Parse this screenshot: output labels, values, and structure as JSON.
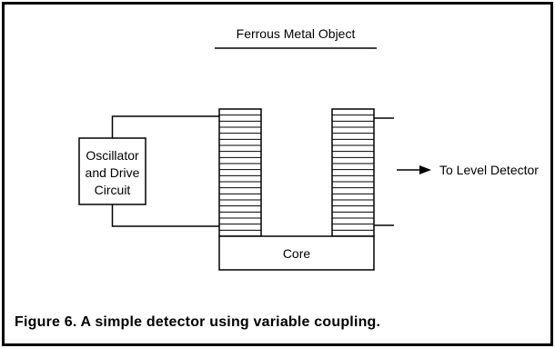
{
  "diagram": {
    "object_label": "Ferrous Metal Object",
    "oscillator_label_lines": [
      "Oscillator",
      "and Drive",
      "Circuit"
    ],
    "core_label": "Core",
    "output_label": "To Level Detector"
  },
  "caption": "Figure 6. A simple detector using variable coupling."
}
